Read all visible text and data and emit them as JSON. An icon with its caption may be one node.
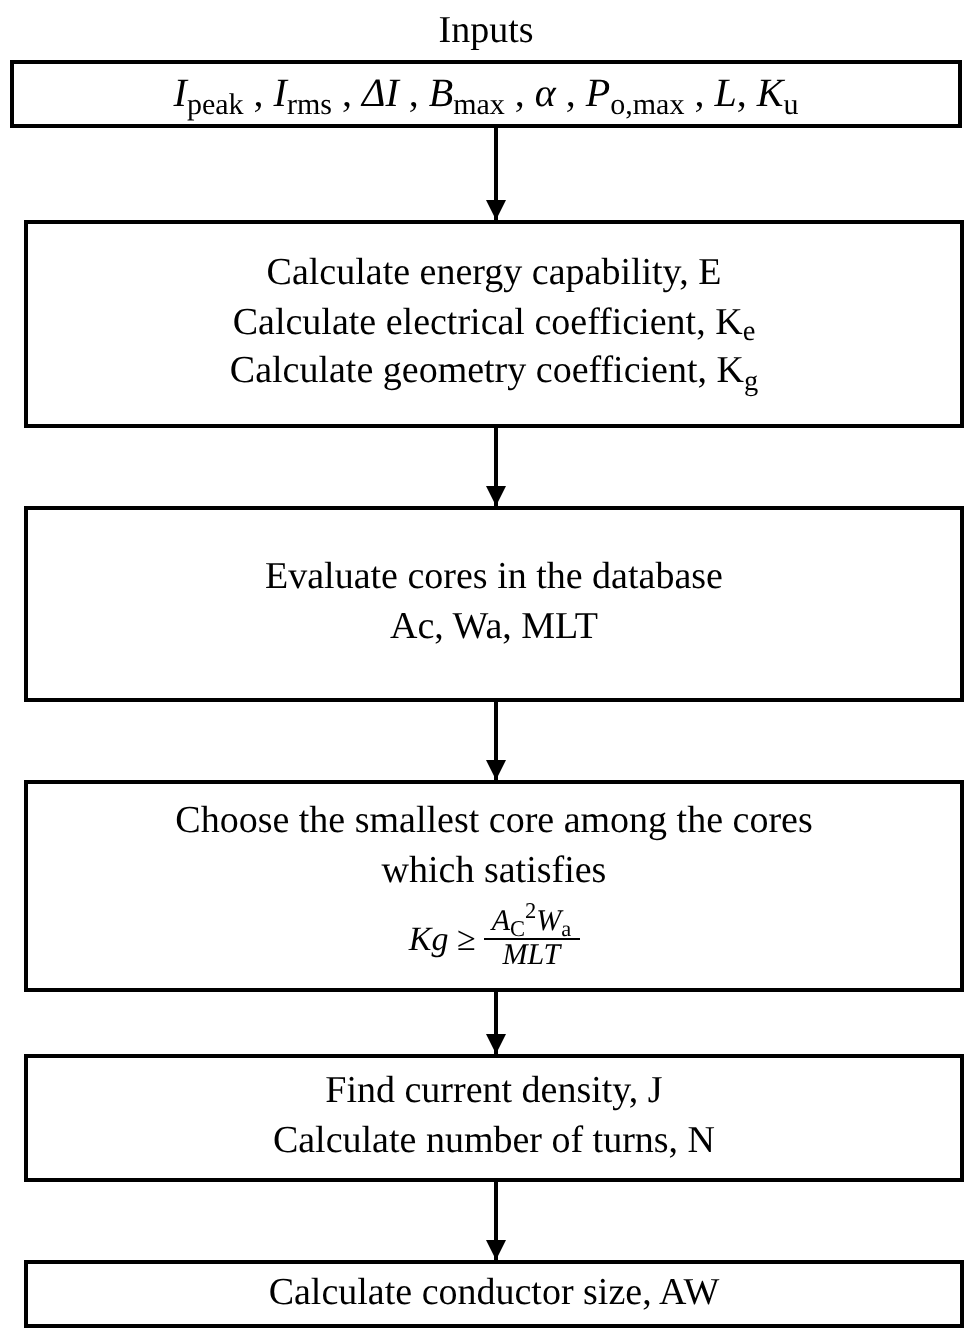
{
  "diagram": {
    "nodes": [
      {
        "text": [
          "Inputs",
          "*I*$_{peak}$ , *I*$_{rms}$ , *ΔI* , *B*$_{max}$ , *α* , *P*$_{o,max}$ , *L*, *K*$_{u}$"
        ]
      },
      {
        "text": [
          "Calculate energy capability, E",
          "Calculate electrical coefficient, K$_{e}$",
          "Calculate geometry coefficient, K$_{g}$"
        ]
      },
      {
        "text": [
          "Evaluate cores in the database",
          "Ac, Wa, MLT"
        ]
      },
      {
        "text": [
          "Choose the smallest core among the cores which satisfies",
          "*Kg* ≥",
          "*A*$_{C}$$^{2}$*W*$_{a}$",
          "*MLT*"
        ]
      },
      {
        "text": [
          "Find current density, J",
          "Calculate number of turns, N"
        ]
      },
      {
        "text": [
          "Calculate conductor size, AW"
        ]
      }
    ],
    "edges": [
      {
        "from": 0,
        "to": 1,
        "arrow": "to"
      },
      {
        "from": 1,
        "to": 2,
        "arrow": "to"
      },
      {
        "from": 2,
        "to": 3,
        "arrow": "to"
      },
      {
        "from": 3,
        "to": 4,
        "arrow": "to"
      },
      {
        "from": 4,
        "to": 5,
        "arrow": "to"
      }
    ]
  }
}
